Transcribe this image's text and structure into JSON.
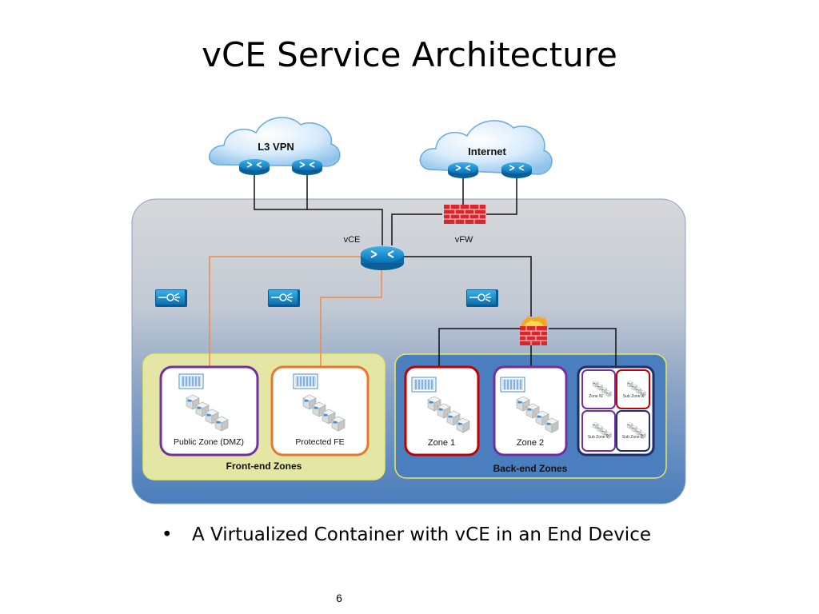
{
  "slide": {
    "title": "vCE Service Architecture",
    "bullet": "A Virtualized Container with vCE in an End Device",
    "page_number": "6"
  },
  "clouds": {
    "l3vpn": "L3 VPN",
    "internet": "Internet"
  },
  "labels": {
    "vce": "vCE",
    "vfw": "vFW"
  },
  "zones": {
    "front_group": "Front-end Zones",
    "back_group": "Back-end Zones",
    "public": "Public Zone (DMZ)",
    "protected": "Protected FE",
    "zone1": "Zone 1",
    "zone2": "Zone 2",
    "sub": {
      "w": "Zone W",
      "x": "Sub Zone X",
      "y": "Sub Zone Y",
      "z": "Sub Zone Z"
    }
  },
  "colors": {
    "container_top": "#d4d7dc",
    "container_bottom": "#4f81bd",
    "front_group": "#e4e6a6",
    "back_group": "#4a7ebf",
    "purple": "#7030a0",
    "orange": "#e8762d",
    "red": "#c00000",
    "navy": "#1f2d6b",
    "orange_line": "#f08a4b"
  }
}
